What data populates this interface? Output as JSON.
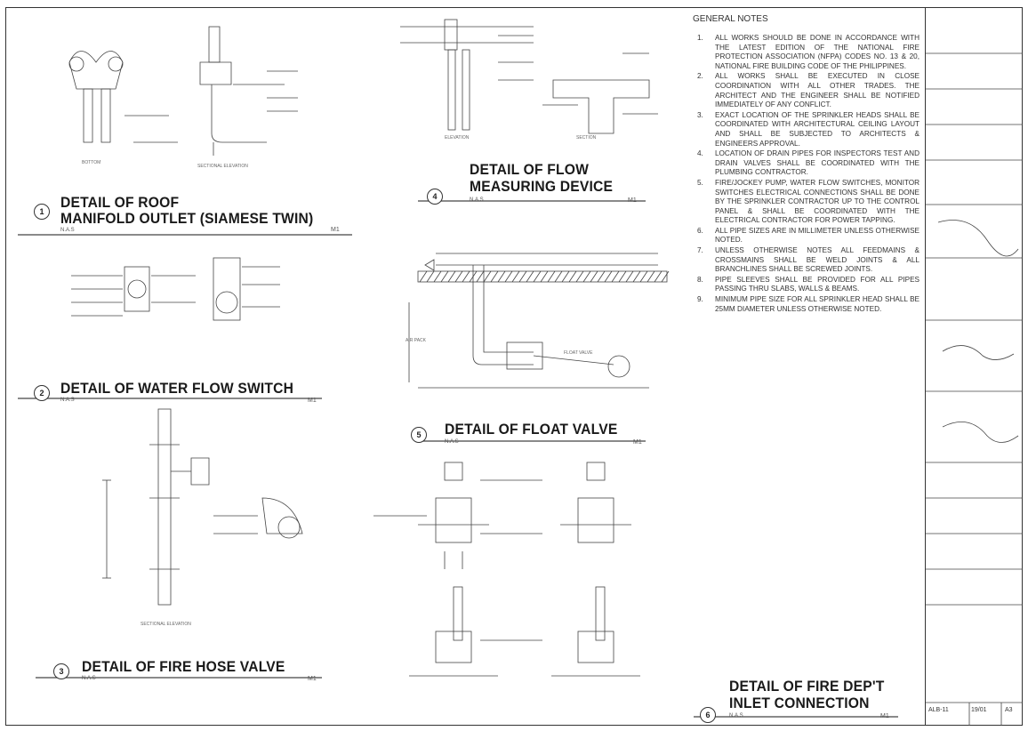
{
  "details": [
    {
      "id": "d1",
      "num": "1",
      "title_lines": [
        "DETAIL OF ROOF",
        "MANIFOLD OUTLET (SIAMESE TWIN)"
      ],
      "scale": "N.A.S",
      "sheet": "M1"
    },
    {
      "id": "d2",
      "num": "2",
      "title_lines": [
        "DETAIL OF WATER FLOW SWITCH"
      ],
      "scale": "N.A.S",
      "sheet": "M1"
    },
    {
      "id": "d3",
      "num": "3",
      "title_lines": [
        "DETAIL OF FIRE HOSE VALVE"
      ],
      "scale": "N.A.S",
      "sheet": "M1"
    },
    {
      "id": "d4",
      "num": "4",
      "title_lines": [
        "DETAIL OF FLOW",
        "MEASURING DEVICE"
      ],
      "scale": "N.A.S",
      "sheet": "M1"
    },
    {
      "id": "d5",
      "num": "5",
      "title_lines": [
        "DETAIL OF FLOAT VALVE"
      ],
      "scale": "N.A.S",
      "sheet": "M1"
    },
    {
      "id": "d6",
      "num": "6",
      "title_lines": [
        "DETAIL OF FIRE DEP'T",
        "INLET CONNECTION"
      ],
      "scale": "N.A.S",
      "sheet": "M1"
    }
  ],
  "drawing_labels": {
    "bottom": "BOTTOM",
    "sectional_elevation": "SECTIONAL ELEVATION",
    "sectional_elevation_2": "SECTIONAL ELEVATION",
    "elevation": "ELEVATION",
    "section": "SECTION",
    "air_pack": "AIR PACK",
    "float_valve": "FLOAT VALVE"
  },
  "general_notes": {
    "heading": "GENERAL NOTES",
    "items": [
      {
        "n": "1.",
        "text": "All works should be done in accordance with the latest edition of the National Fire Protection Association (NFPA) codes no. 13 & 20, National Fire building code of the Philippines."
      },
      {
        "n": "2.",
        "text": "All works shall be executed in close coordination with all other trades. The architect and the engineer shall be notified immediately of any conflict."
      },
      {
        "n": "3.",
        "text": "Exact location of the sprinkler heads shall be coordinated with architectural ceiling layout and shall be subjected to architects & engineers approval."
      },
      {
        "n": "4.",
        "text": "Location of drain pipes for inspectors test and drain valves shall be coordinated with the plumbing contractor."
      },
      {
        "n": "5.",
        "text": "Fire/jockey pump, water flow switches, monitor switches electrical connections shall be done by the sprinkler contractor up to the control panel & shall be coordinated with the electrical contractor for power tapping."
      },
      {
        "n": "6.",
        "text": "All pipe sizes are in millimeter unless otherwise noted."
      },
      {
        "n": "7.",
        "text": "Unless otherwise notes all feedmains & crossmains shall be weld joints & all branchlines shall be screwed joints."
      },
      {
        "n": "8.",
        "text": "Pipe sleeves shall be provided for all pipes passing thru slabs, walls & beams."
      },
      {
        "n": "9.",
        "text": "Minimum pipe size for all sprinkler head shall be 25mm diameter unless otherwise noted."
      }
    ]
  },
  "title_block": {
    "sheet_code": "ALB-11",
    "sheet_ratio": "19/01",
    "sheet_size": "A3"
  }
}
